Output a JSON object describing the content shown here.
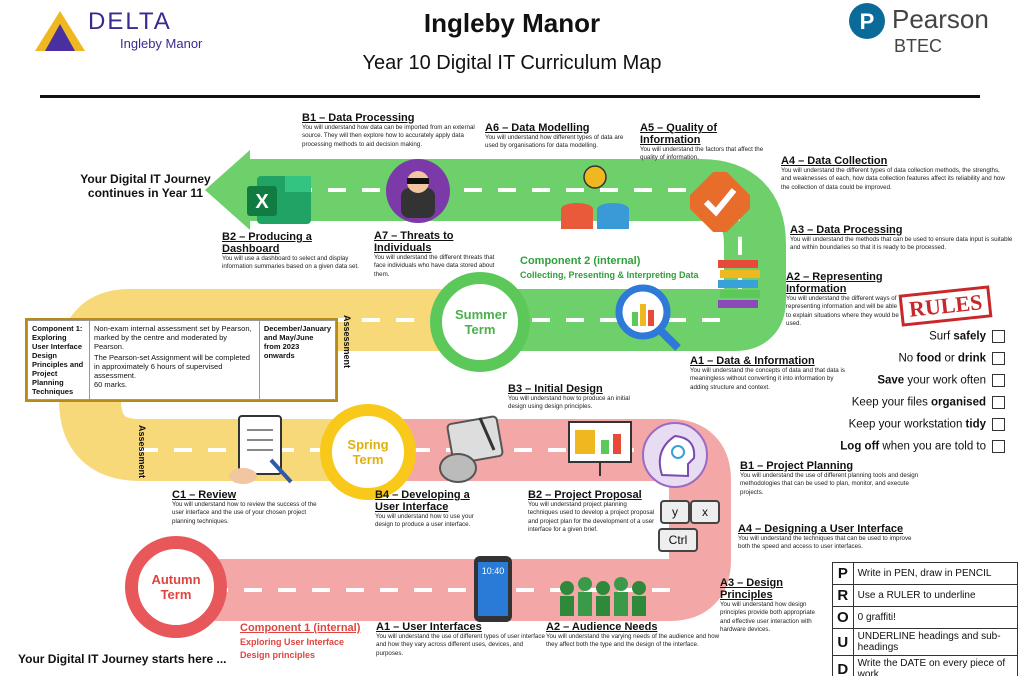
{
  "header": {
    "logo_left_big": "DELTA",
    "logo_left_small": "Ingleby Manor",
    "title": "Ingleby Manor",
    "subtitle": "Year 10 Digital IT Curriculum Map",
    "logo_right_big": "Pearson",
    "logo_right_small": "BTEC"
  },
  "colors": {
    "green": "#6ed06a",
    "yellow": "#f7d97a",
    "pink": "#f4a7a7",
    "title_green": "#2ea13a",
    "red": "#e0443f"
  },
  "journey": {
    "continues": "Your Digital IT Journey continues in Year 11",
    "starts": "Your Digital IT Journey starts here ..."
  },
  "terms": {
    "summer": "Summer Term",
    "spring": "Spring Term",
    "autumn": "Autumn Term"
  },
  "assessment_label": "Assessment",
  "components": {
    "c2_title": "Component 2 (internal)",
    "c2_sub": "Collecting, Presenting & Interpreting Data",
    "c1_title": "Component 1 (internal)",
    "c1_sub1": "Exploring User Interface",
    "c1_sub2": "Design principles"
  },
  "assessment_table": {
    "c1": "Component 1: Exploring User Interface Design Principles and Project Planning Techniques",
    "c2a": "Non-exam internal assessment set by Pearson, marked by the centre and moderated by Pearson.",
    "c2b": "The Pearson-set Assignment will be completed in approximately 6 hours of supervised assessment.",
    "c2c": "60 marks.",
    "c3": "December/January and May/June from 2023 onwards"
  },
  "topics": {
    "b1dp": {
      "title": "B1 – Data Processing",
      "desc": "You will understand how data can be imported from an external source. They will then explore how to accurately apply data processing methods to aid decision making."
    },
    "a6": {
      "title": "A6 – Data Modelling",
      "desc": "You will understand how different types of data are used by organisations for data modelling."
    },
    "a5": {
      "title": "A5 – Quality of Information",
      "desc": "You will understand the factors that affect the quality of information."
    },
    "a4": {
      "title": "A4 – Data Collection",
      "desc": "You will understand the different types of data collection methods, the strengths, and weaknesses of each, how data collection features affect its reliability and how the collection of data could be improved."
    },
    "b2d": {
      "title": "B2 – Producing a Dashboard",
      "desc": "You will use a dashboard to select and display information summaries based on a given data set."
    },
    "a7": {
      "title": "A7 – Threats to Individuals",
      "desc": "You will understand the different threats that face individuals who have data stored about them."
    },
    "a3dp": {
      "title": "A3 – Data Processing",
      "desc": "You will understand the methods that can be used to ensure data input is suitable and within boundaries so that it is ready to be processed."
    },
    "a2ri": {
      "title": "A2 – Representing",
      "title2": "Information",
      "desc": "You will understand the different ways of representing information and will be able to explain situations where they would be used."
    },
    "a1di": {
      "title": "A1 – Data & Information",
      "desc": "You will understand the concepts of data and that data is meaningless without converting it into information by adding structure and context."
    },
    "b3": {
      "title": "B3 – Initial Design",
      "desc": "You will understand how to produce an initial design using design principles."
    },
    "b1pp": {
      "title": "B1 – Project Planning",
      "desc": "You will understand the use of different planning tools and design methodologies that can be used to plan, monitor, and execute projects."
    },
    "c1": {
      "title": "C1 – Review",
      "desc": "You will understand how to review the success of the user interface and the use of your chosen project planning techniques."
    },
    "b4": {
      "title": "B4 – Developing a",
      "title2": "User Interface",
      "desc": "You will understand how to use your design to produce a user interface."
    },
    "b2pp": {
      "title": "B2 – Project Proposal",
      "desc": "You will understand project planning techniques used to develop a project proposal and project plan for the development of a user interface for a given brief."
    },
    "a4ui": {
      "title": "A4 – Designing a User Interface",
      "desc": "You will understand the techniques that can be used to improve both the speed and access to user interfaces."
    },
    "a3dpr": {
      "title": "A3 – Design Principles",
      "desc": "You will understand how design principles provide both appropriate and effective user interaction with hardware devices."
    },
    "a1ui": {
      "title": "A1 – User Interfaces",
      "desc": "You will understand the use of different types of user interface and how they vary across different uses, devices, and purposes."
    },
    "a2an": {
      "title": "A2 – Audience Needs",
      "desc": "You will understand the varying needs of the audience and how they affect both the type and the design of the interface."
    }
  },
  "rules": {
    "stamp": "RULES",
    "r1a": "Surf ",
    "r1b": "safely",
    "r2a": "No ",
    "r2b": "food",
    "r2c": " or ",
    "r2d": "drink",
    "r3a": "Save",
    "r3b": " your work often",
    "r4a": "Keep your files ",
    "r4b": "organised",
    "r5a": "Keep your workstation ",
    "r5b": "tidy",
    "r6a": "Log off",
    "r6b": " when you are told to"
  },
  "proud": [
    {
      "letter": "P",
      "text": "Write in PEN, draw in PENCIL"
    },
    {
      "letter": "R",
      "text": "Use a RULER to underline"
    },
    {
      "letter": "O",
      "text": "0 graffiti!"
    },
    {
      "letter": "U",
      "text": "UNDERLINE headings and sub-headings"
    },
    {
      "letter": "D",
      "text": "Write the DATE on every piece of work"
    }
  ],
  "keys": {
    "y": "y",
    "x": "x",
    "ctrl": "Ctrl"
  },
  "phone_time": "10:40"
}
